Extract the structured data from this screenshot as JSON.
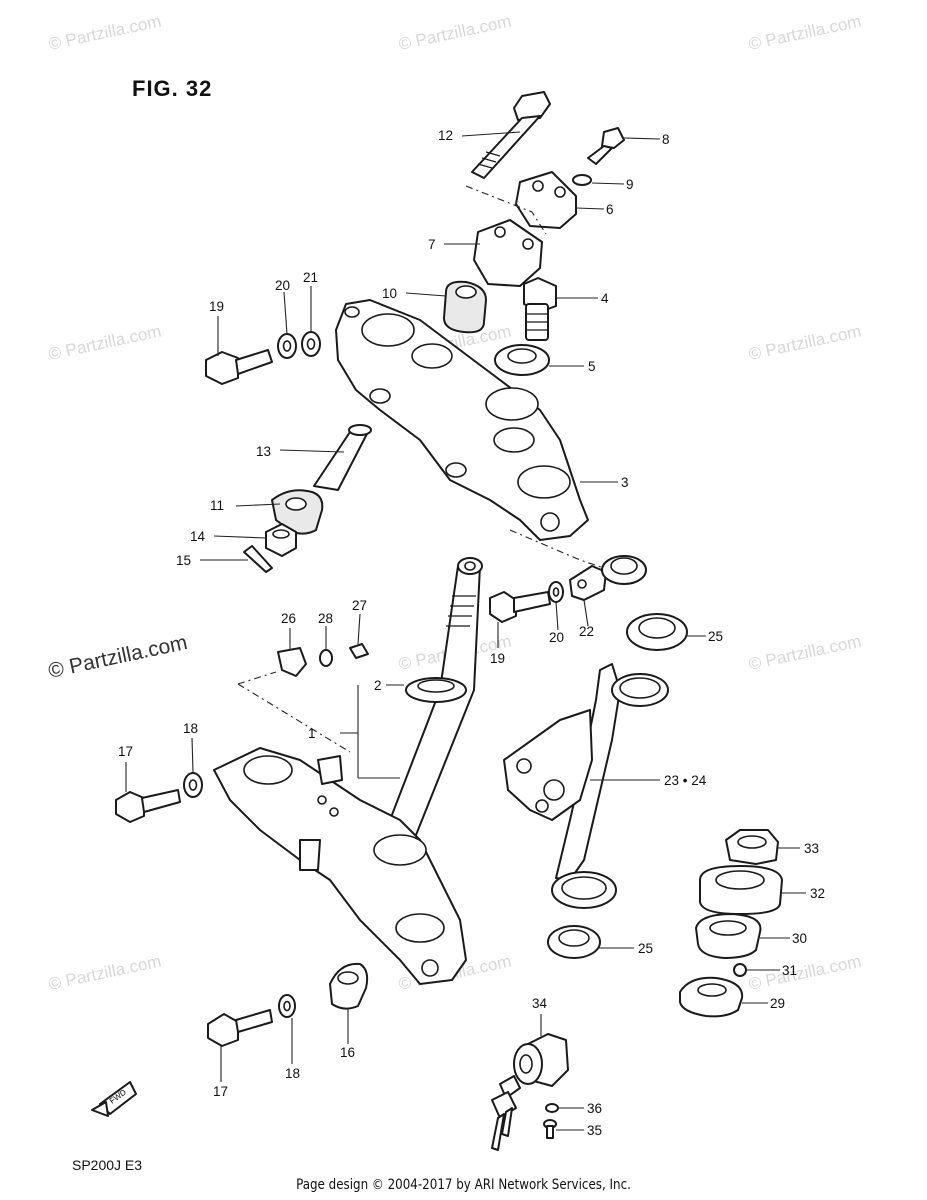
{
  "figure": {
    "title": "FIG. 32",
    "model_code": "SP200J  E3"
  },
  "watermark": {
    "text": "© Partzilla.com",
    "main_text": "© Partzilla.com"
  },
  "fwd_label": "FWD",
  "footer": "Page design © 2004-2017 by ARI Network Services, Inc.",
  "callouts": {
    "c1": "1",
    "c2": "2",
    "c3": "3",
    "c4": "4",
    "c5": "5",
    "c6": "6",
    "c7": "7",
    "c8": "8",
    "c9": "9",
    "c10": "10",
    "c11": "11",
    "c12": "12",
    "c13": "13",
    "c14": "14",
    "c15": "15",
    "c16": "16",
    "c17a": "17",
    "c17b": "17",
    "c18a": "18",
    "c18b": "18",
    "c19a": "19",
    "c19b": "19",
    "c20a": "20",
    "c20b": "20",
    "c21": "21",
    "c22": "22",
    "c2324": "23 • 24",
    "c25a": "25",
    "c25b": "25",
    "c26": "26",
    "c27": "27",
    "c28": "28",
    "c29": "29",
    "c30": "30",
    "c31": "31",
    "c32": "32",
    "c33": "33",
    "c34": "34",
    "c35": "35",
    "c36": "36"
  }
}
